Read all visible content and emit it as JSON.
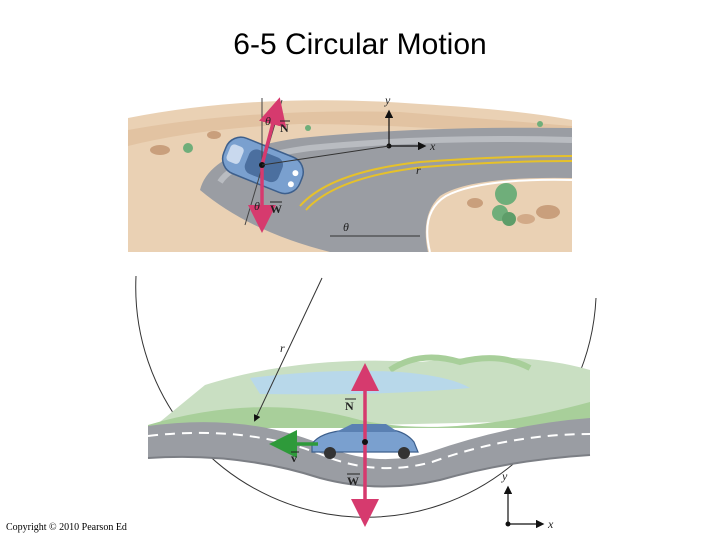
{
  "title": "6-5 Circular Motion",
  "copyright": "Copyright © 2010 Pearson Ed",
  "top_figure": {
    "theta_top": "θ",
    "normal_label": "N",
    "weight_label": "W",
    "theta_lower": "θ",
    "theta_road": "θ",
    "axis_y": "y",
    "axis_x": "x",
    "radius_label": "r"
  },
  "bottom_figure": {
    "radius_label": "r",
    "normal_label": "N",
    "weight_label": "W",
    "velocity_label": "v",
    "axis_y": "y",
    "axis_x": "x"
  },
  "colors": {
    "force_arrow": "#d63a6e",
    "velocity_arrow": "#2e9a3a",
    "car": "#7aa0cf",
    "road": "#9a9da3",
    "desert": "#ead1b4",
    "grass": "#a8cf9a",
    "water": "#b8d8ea"
  }
}
